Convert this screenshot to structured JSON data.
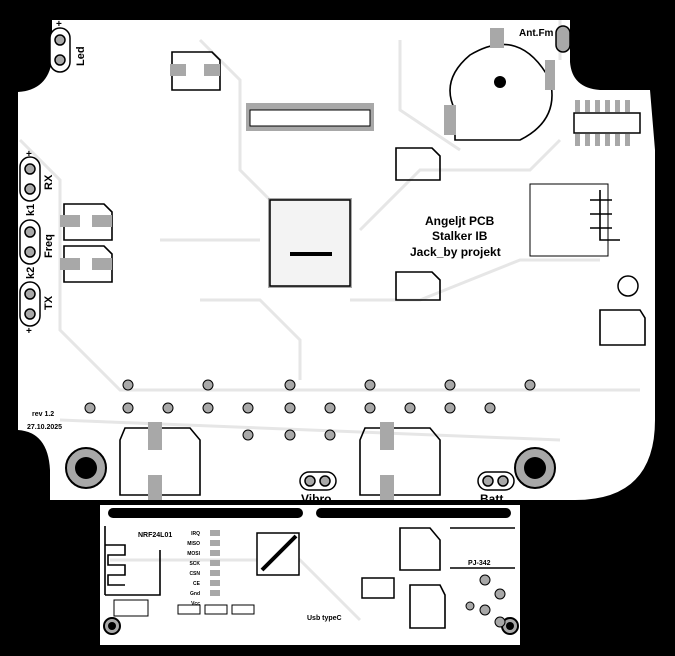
{
  "board": {
    "title_lines": [
      "Angeljt PCB",
      "Stalker IB",
      "Jack_by projekt"
    ],
    "revision": "rev 1.2",
    "date": "27.10.2025",
    "colors": {
      "board": "#ffffff",
      "background": "#000000",
      "pad": "#a8a8a8",
      "trace": "#e6e6e6",
      "silk": "#000000"
    }
  },
  "connectors": {
    "led": "Led",
    "rx": "RX",
    "freq": "Freq",
    "k1": "k1",
    "k2": "k2",
    "tx": "TX",
    "ant_fm": "Ant.Fm",
    "vibro": "Vibro",
    "batt": "Batt",
    "plus": "+"
  },
  "subboard": {
    "module": "NRF24L01",
    "pins": [
      "IRQ",
      "MISO",
      "MOSI",
      "SCK",
      "CSN",
      "CE",
      "Gnd",
      "Vcc"
    ],
    "usb": "Usb typeC",
    "audio_jack": "PJ-342"
  }
}
